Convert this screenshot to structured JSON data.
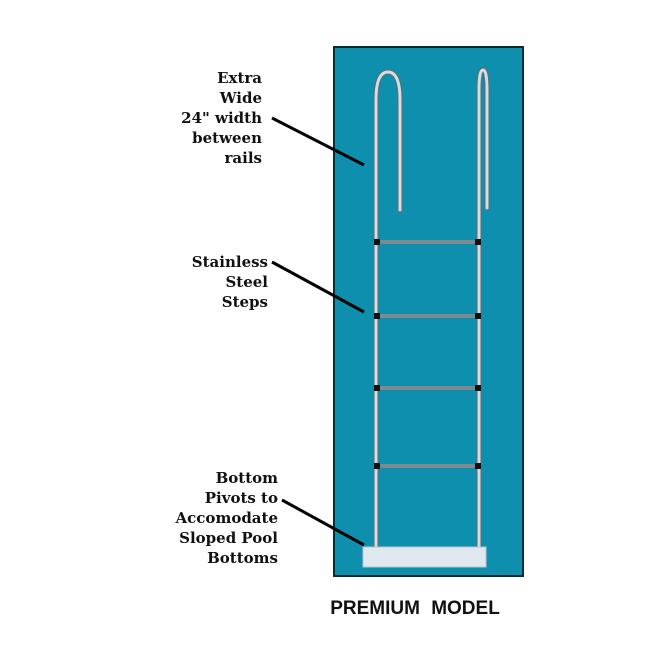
{
  "callouts": {
    "width": [
      "Extra",
      "Wide",
      "24\" width",
      "between",
      "rails"
    ],
    "steps": [
      "Stainless",
      "Steel",
      "Steps"
    ],
    "bottom": [
      "Bottom",
      "Pivots to",
      "Accomodate",
      "Sloped Pool",
      "Bottoms"
    ]
  },
  "caption": "PREMIUM MODEL",
  "colors": {
    "background_panel": "#0f8fae",
    "rail": "#c9d3d6",
    "base": "#dfe8ee"
  }
}
